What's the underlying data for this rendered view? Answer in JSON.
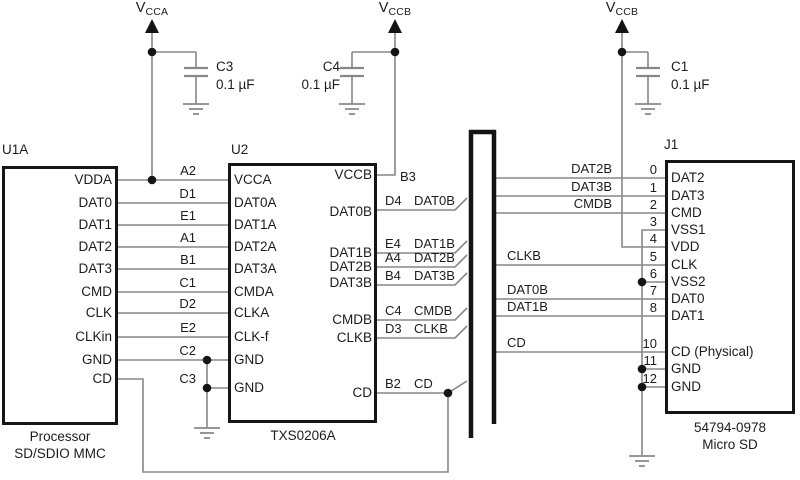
{
  "power_rails": [
    {
      "label": "V",
      "sub": "CCA"
    },
    {
      "label": "V",
      "sub": "CCB"
    },
    {
      "label": "V",
      "sub": "CCB"
    }
  ],
  "capacitors": [
    {
      "ref": "C3",
      "value": "0.1 µF"
    },
    {
      "ref": "C4",
      "value": "0.1 µF"
    },
    {
      "ref": "C1",
      "value": "0.1 µF"
    }
  ],
  "u1a": {
    "ref": "U1A",
    "caption1": "Processor",
    "caption2": "SD/SDIO MMC",
    "pins": [
      "VDDA",
      "DAT0",
      "DAT1",
      "DAT2",
      "DAT3",
      "CMD",
      "CLK",
      "CLKin",
      "GND",
      "CD"
    ]
  },
  "u2": {
    "ref": "U2",
    "caption": "TXS0206A",
    "left_pins": [
      "VCCA",
      "DAT0A",
      "DAT1A",
      "DAT2A",
      "DAT3A",
      "CMDA",
      "CLKA",
      "CLK-f",
      "GND",
      "GND"
    ],
    "left_designators": [
      "A2",
      "D1",
      "E1",
      "A1",
      "B1",
      "C1",
      "D2",
      "E2",
      "C2",
      "C3"
    ],
    "right_pins": [
      "VCCB",
      "DAT0B",
      "DAT1B",
      "DAT2B",
      "DAT3B",
      "CMDB",
      "CLKB",
      "CD"
    ],
    "vccb_designator": "B3",
    "right_wires": [
      {
        "designator": "D4",
        "net": "DAT0B"
      },
      {
        "designator": "E4",
        "net": "DAT1B"
      },
      {
        "designator": "A4",
        "net": "DAT2B"
      },
      {
        "designator": "B4",
        "net": "DAT3B"
      },
      {
        "designator": "C4",
        "net": "CMDB"
      },
      {
        "designator": "D3",
        "net": "CLKB"
      },
      {
        "designator": "B2",
        "net": "CD"
      }
    ]
  },
  "j1": {
    "ref": "J1",
    "caption1": "54794-0978",
    "caption2": "Micro SD",
    "wire_nets_top": [
      "DAT2B",
      "DAT3B",
      "CMDB"
    ],
    "wire_nets_bottom": [
      "CLKB",
      "DAT0B",
      "DAT1B",
      "CD"
    ],
    "pins": [
      {
        "num": "0",
        "label": "DAT2"
      },
      {
        "num": "1",
        "label": "DAT3"
      },
      {
        "num": "2",
        "label": "CMD"
      },
      {
        "num": "3",
        "label": "VSS1"
      },
      {
        "num": "4",
        "label": "VDD"
      },
      {
        "num": "5",
        "label": "CLK"
      },
      {
        "num": "6",
        "label": "VSS2"
      },
      {
        "num": "7",
        "label": "DAT0"
      },
      {
        "num": "8",
        "label": "DAT1"
      },
      {
        "num": "10",
        "label": "CD (Physical)"
      },
      {
        "num": "11",
        "label": "GND"
      },
      {
        "num": "12",
        "label": "GND"
      }
    ]
  }
}
